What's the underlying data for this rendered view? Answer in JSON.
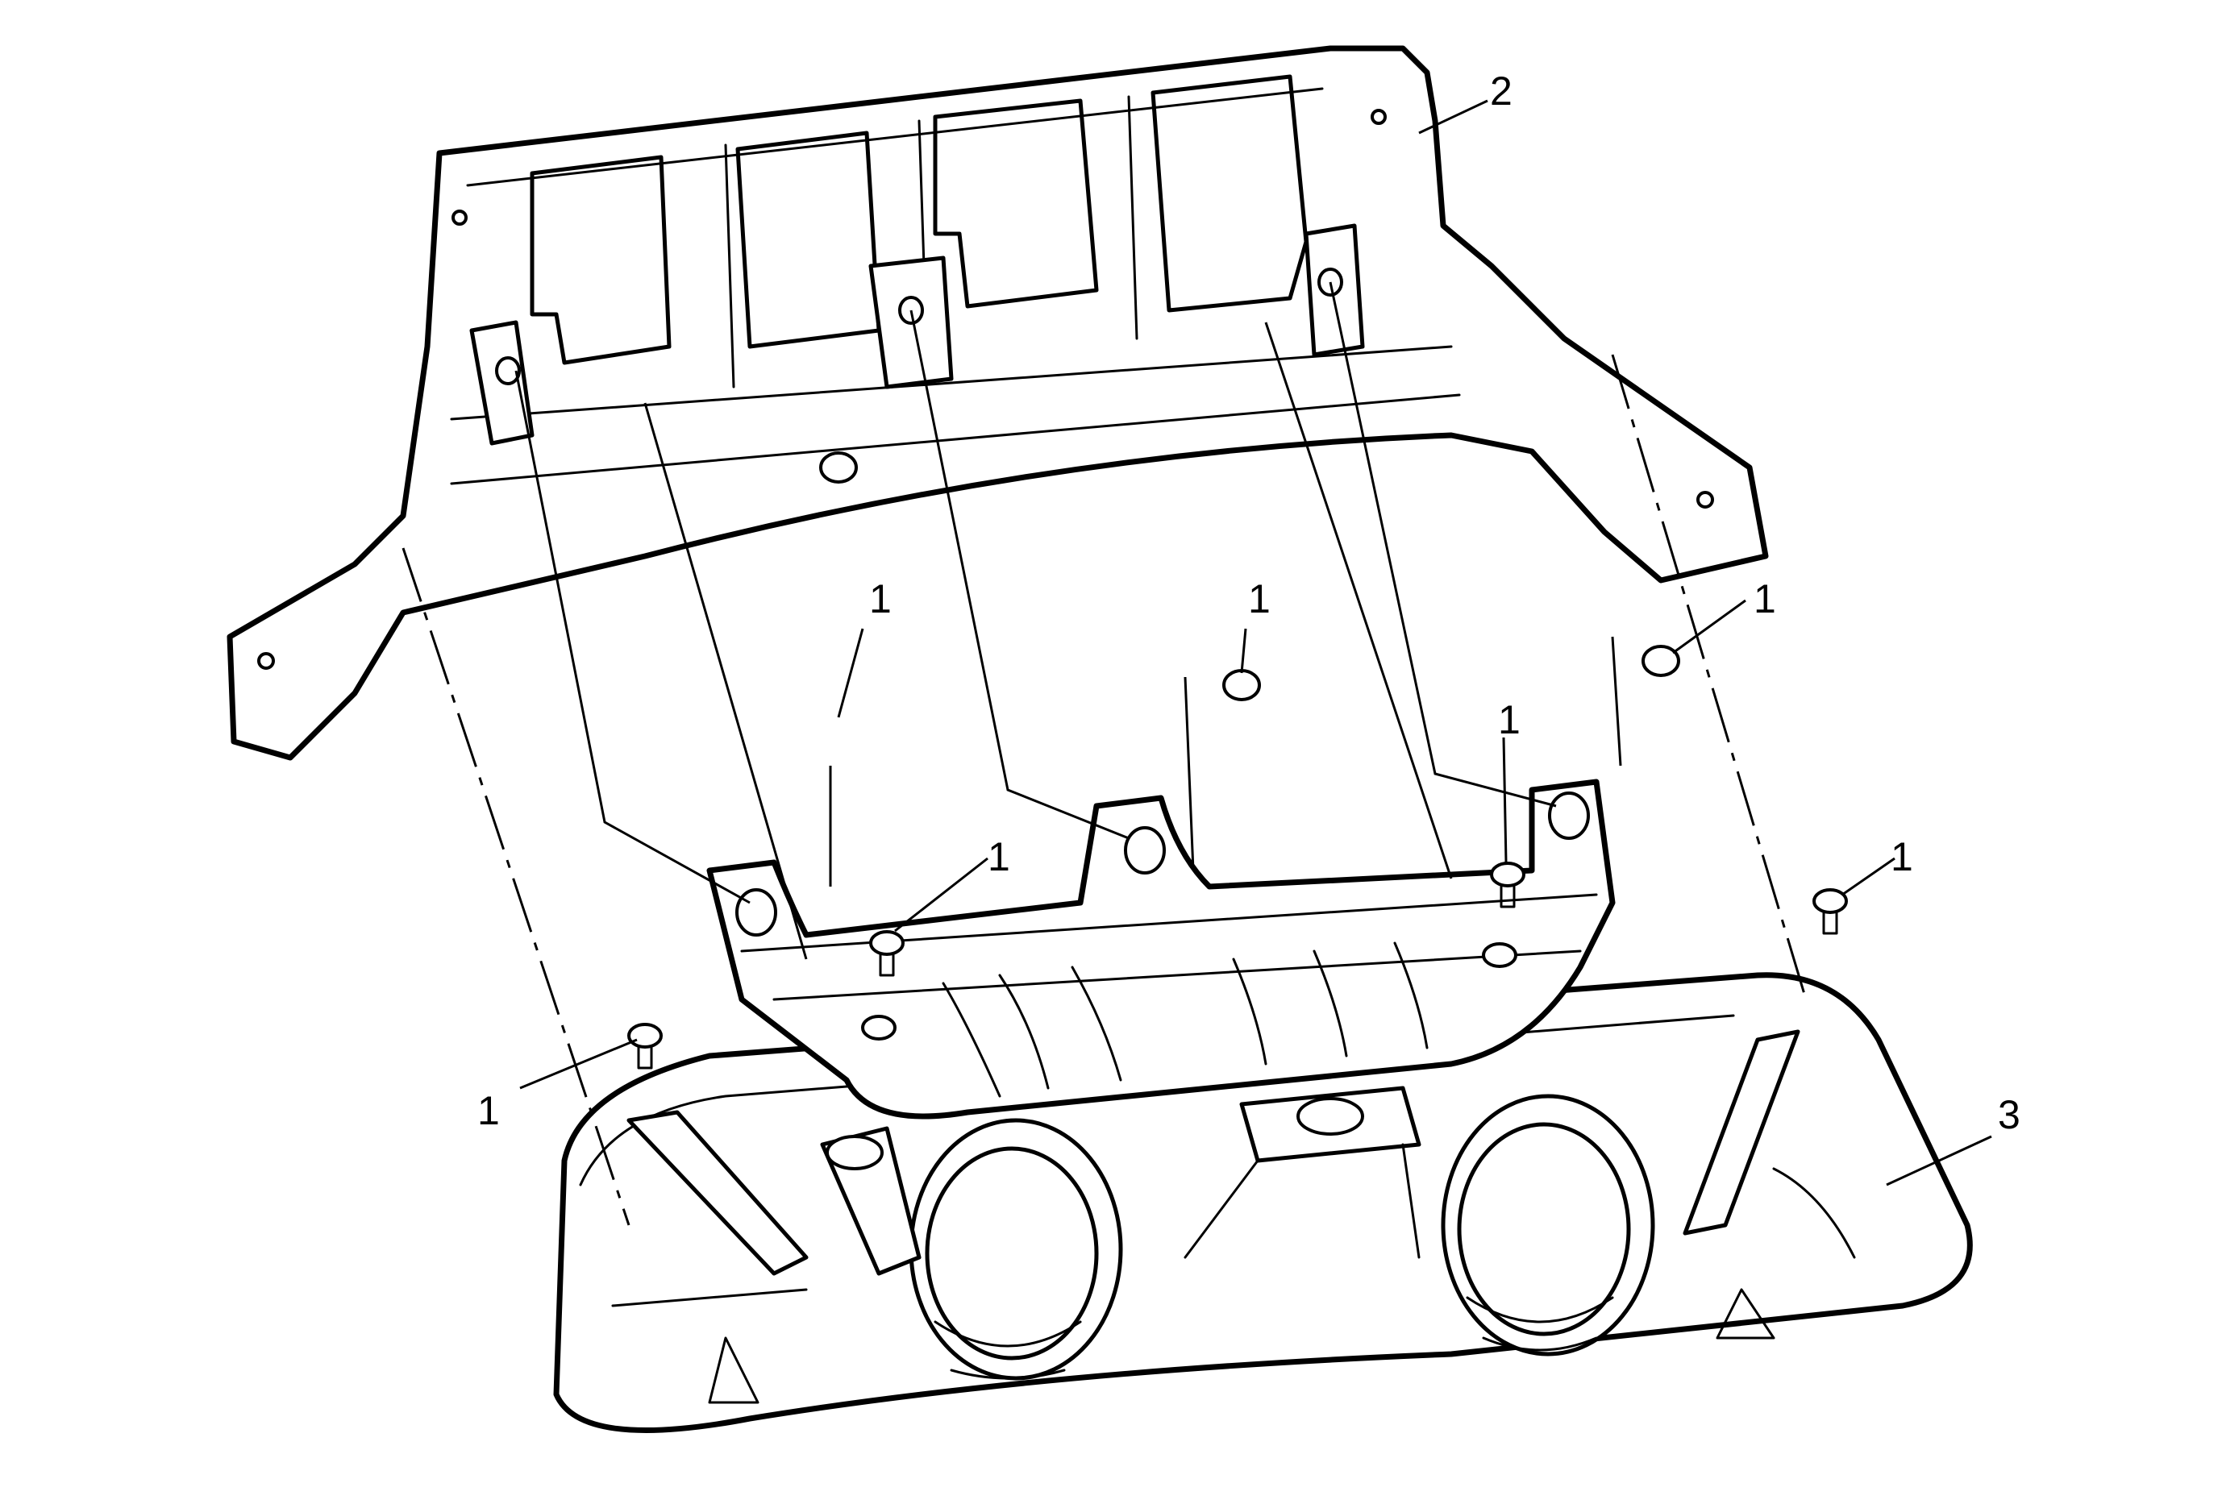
{
  "callouts": {
    "clip": "1",
    "upper_bracket": "2",
    "lower_panel": "3"
  }
}
